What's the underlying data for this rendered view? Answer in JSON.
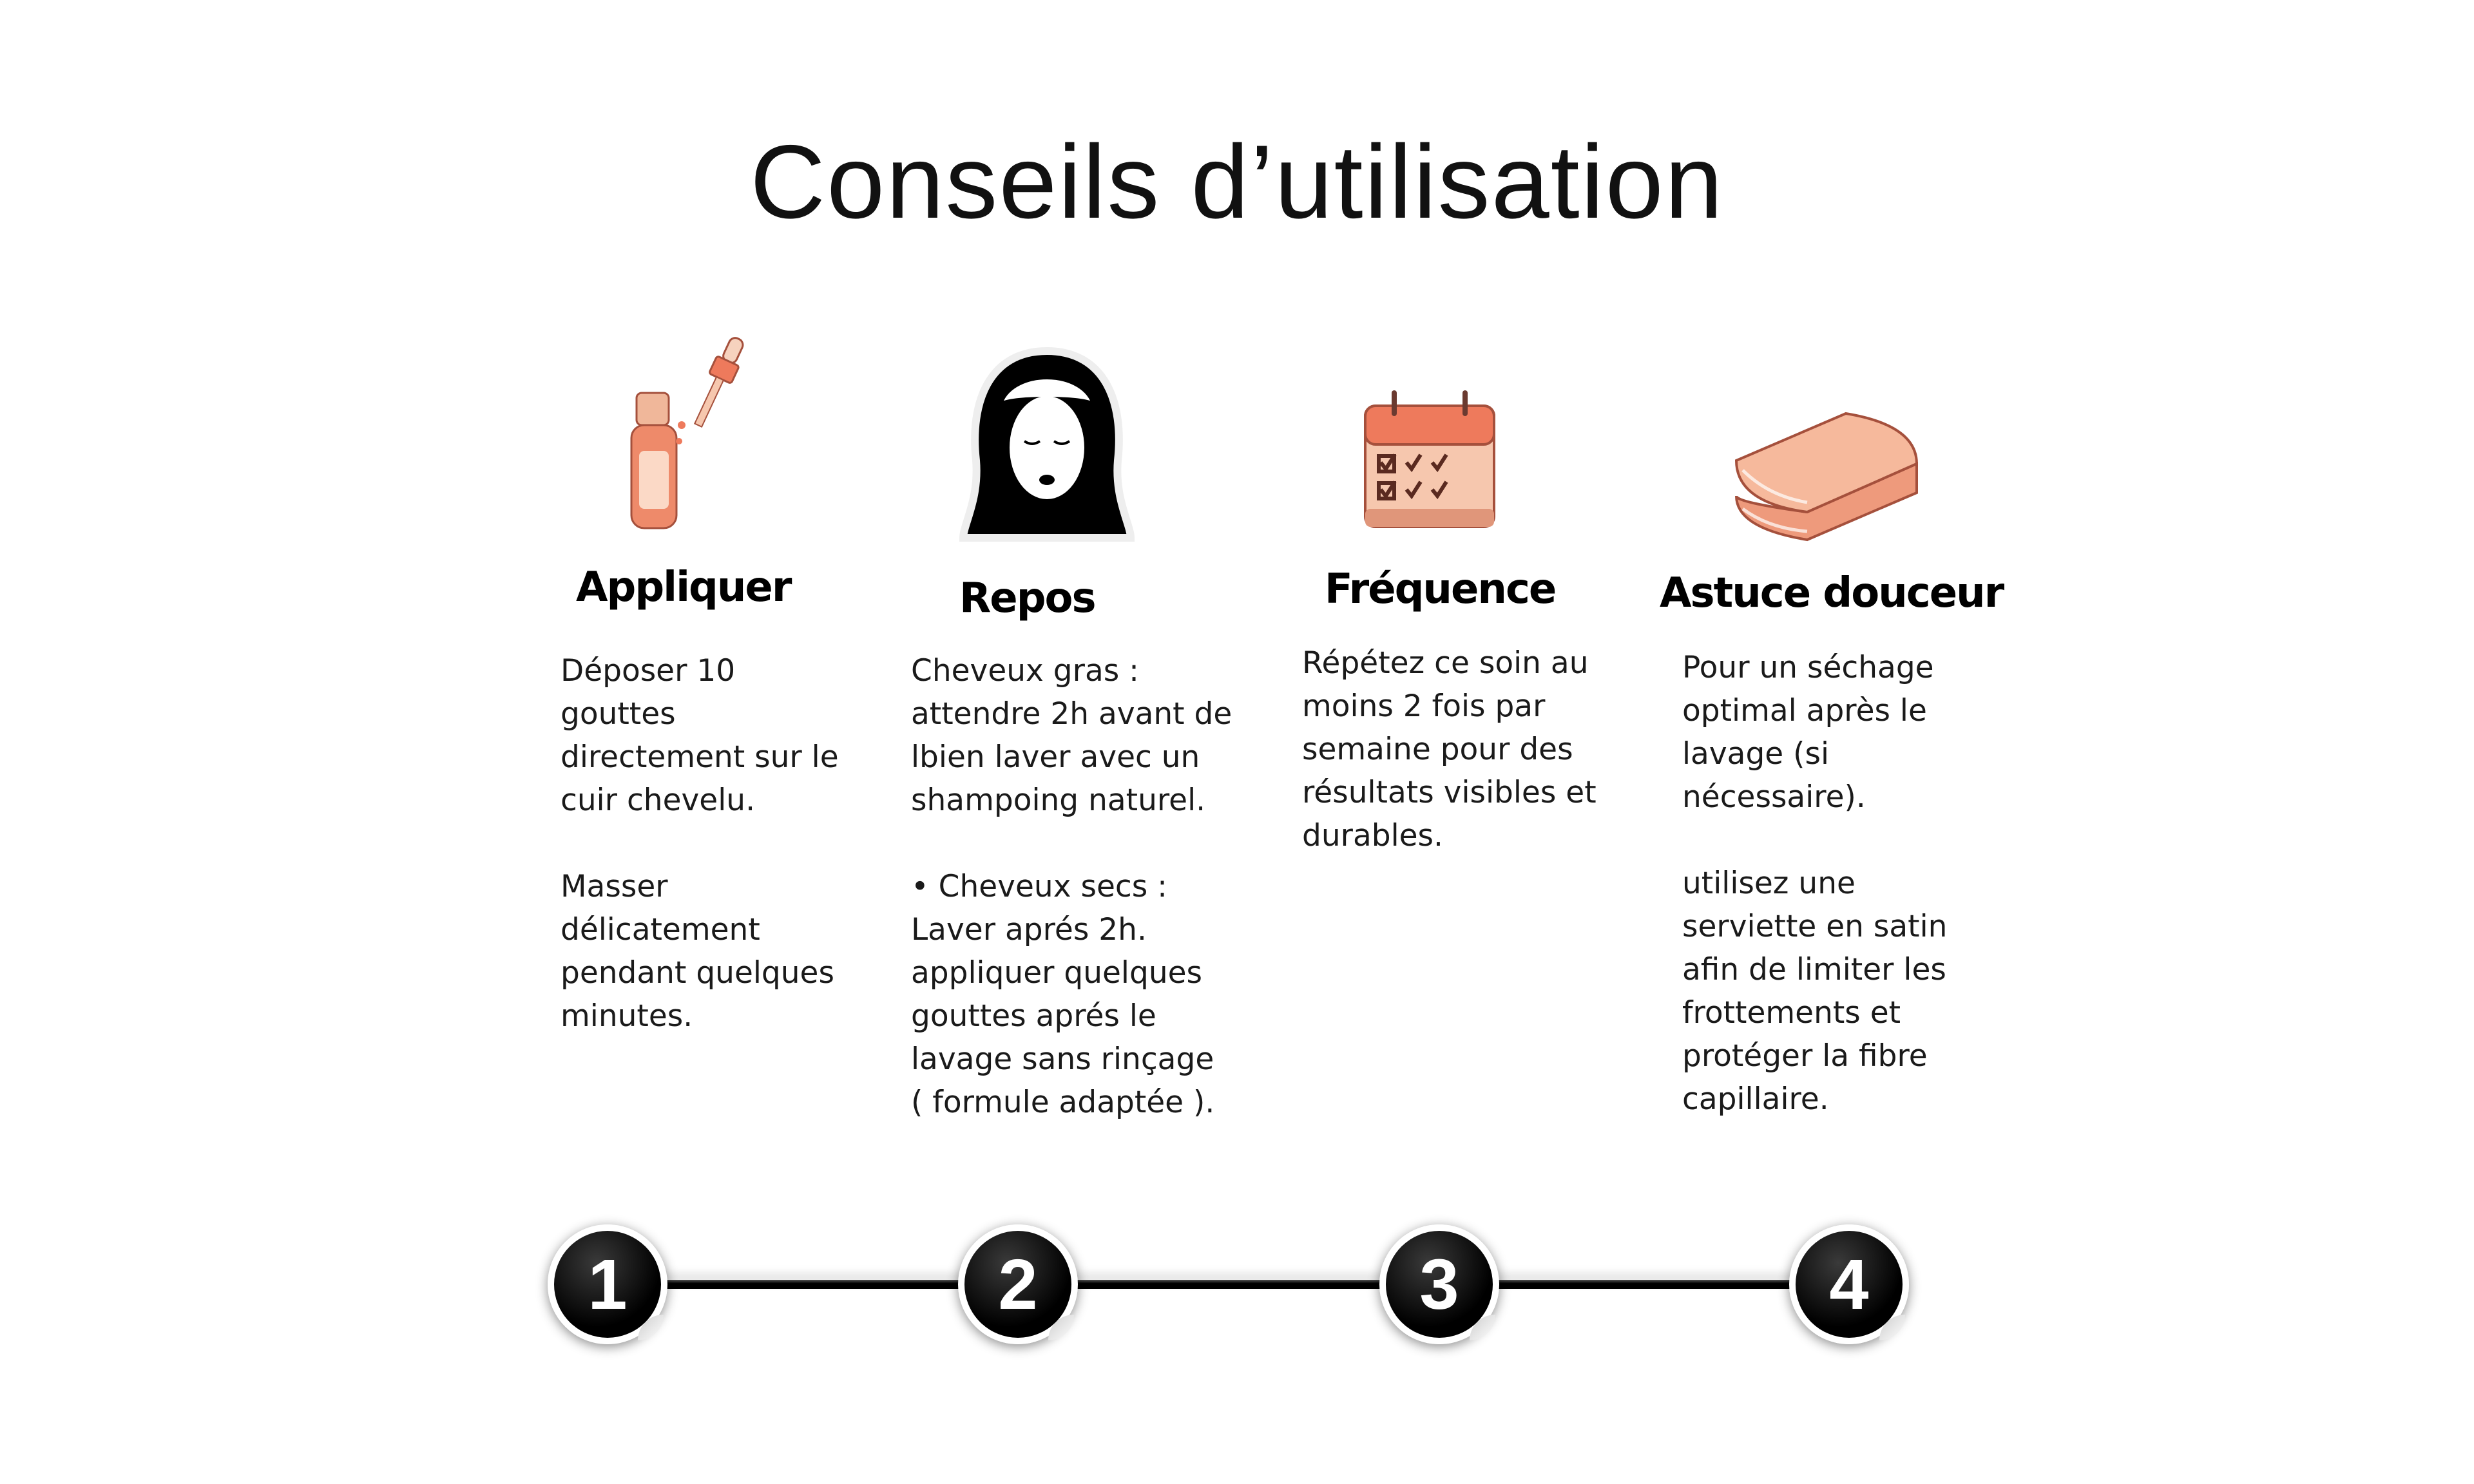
{
  "title": "Conseils d’utilisation",
  "columns": [
    {
      "icon": "serum-bottle-icon",
      "heading": "Appliquer",
      "paragraphs": [
        [
          "Déposer 10",
          "gouttes",
          "directement sur le",
          "cuir chevelu."
        ],
        [
          "Masser",
          "délicatement",
          "pendant quelques",
          "minutes."
        ]
      ]
    },
    {
      "icon": "woman-towel-icon",
      "heading": "Repos",
      "paragraphs": [
        [
          "Cheveux gras :",
          "attendre 2h avant de",
          "lbien laver avec un",
          "shampoing naturel."
        ],
        [
          "• Cheveux secs :",
          "Laver aprés 2h.",
          "appliquer quelques",
          "gouttes aprés le",
          "lavage sans rinçage",
          "( formule adaptée )."
        ]
      ]
    },
    {
      "icon": "calendar-icon",
      "heading": "Fréquence",
      "paragraphs": [
        [
          "Répétez ce soin au",
          "moins 2 fois par",
          "semaine pour des",
          "résultats visibles et",
          "durables."
        ]
      ]
    },
    {
      "icon": "towel-icon",
      "heading": "Astuce douceur",
      "paragraphs": [
        [
          "Pour un séchage",
          "optimal après le",
          "lavage (si",
          "nécessaire)."
        ],
        [
          "utilisez une",
          "serviette en satin",
          "afin de limiter les",
          "frottements et",
          "protéger la fibre",
          "capillaire."
        ]
      ]
    }
  ],
  "steps": [
    "1",
    "2",
    "3",
    "4"
  ],
  "colors": {
    "accent": "#ee7a5c",
    "light": "#f6c7ae",
    "dark": "#000000"
  }
}
